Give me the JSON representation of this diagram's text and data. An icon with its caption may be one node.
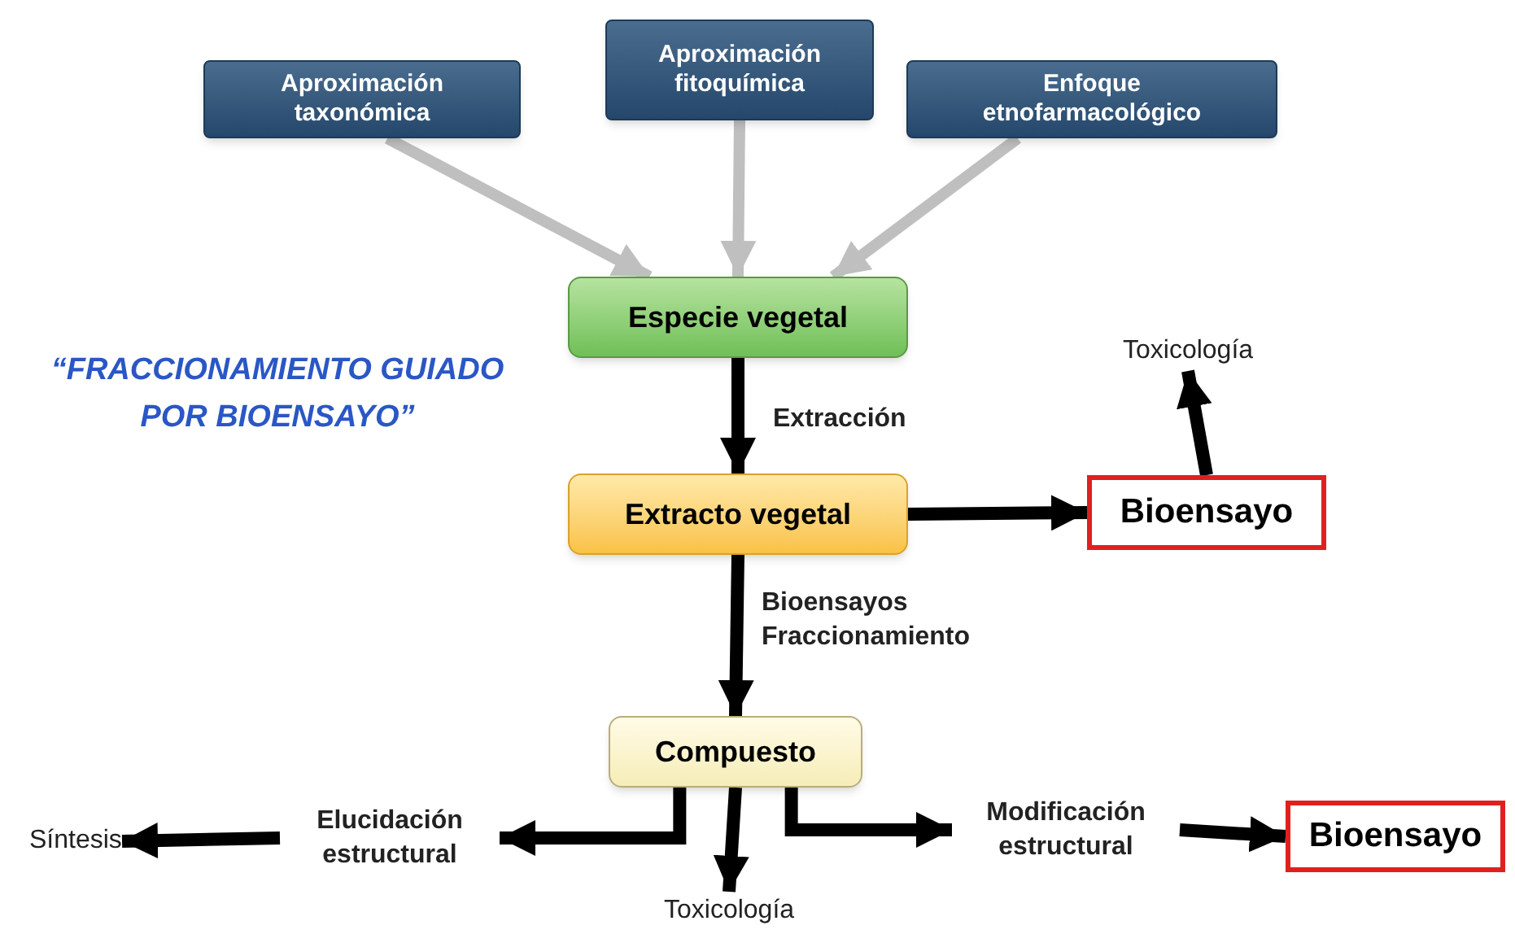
{
  "diagram": {
    "nodes": [
      {
        "text": [
          "Aproximación taxonómica"
        ]
      },
      {
        "text": [
          "Aproximación fitoquímica"
        ]
      },
      {
        "text": [
          "Enfoque etnofarmacológico"
        ]
      },
      {
        "text": [
          "Especie vegetal"
        ]
      },
      {
        "text": [
          "Extracto vegetal"
        ]
      },
      {
        "text": [
          "Bioensayo"
        ]
      },
      {
        "text": [
          "Toxicología"
        ]
      },
      {
        "text": [
          "Compuesto"
        ]
      },
      {
        "text": [
          "Elucidación estructural"
        ]
      },
      {
        "text": [
          "Síntesis"
        ]
      },
      {
        "text": [
          "Modificación estructural"
        ]
      },
      {
        "text": [
          "Bioensayo"
        ]
      },
      {
        "text": [
          "Toxicología"
        ]
      }
    ],
    "edges": [
      {
        "from": 0,
        "to": 3,
        "arrow": "to",
        "color": "#bfbfbf"
      },
      {
        "from": 1,
        "to": 3,
        "arrow": "to",
        "color": "#bfbfbf"
      },
      {
        "from": 2,
        "to": 3,
        "arrow": "to",
        "color": "#bfbfbf"
      },
      {
        "from": 3,
        "to": 4,
        "arrow": "to",
        "label": "Extracción"
      },
      {
        "from": 4,
        "to": 5,
        "arrow": "to"
      },
      {
        "from": 5,
        "to": 6,
        "arrow": "to"
      },
      {
        "from": 4,
        "to": 7,
        "arrow": "to",
        "label": "Bioensayos Fraccionamiento"
      },
      {
        "from": 7,
        "to": 8,
        "arrow": "to"
      },
      {
        "from": 8,
        "to": 9,
        "arrow": "to"
      },
      {
        "from": 7,
        "to": 10,
        "arrow": "to"
      },
      {
        "from": 10,
        "to": 11,
        "arrow": "to"
      },
      {
        "from": 7,
        "to": 12,
        "arrow": "to"
      }
    ],
    "labels": [
      "“FRACCIONAMIENTO GUIADO POR BIOENSAYO”"
    ]
  }
}
